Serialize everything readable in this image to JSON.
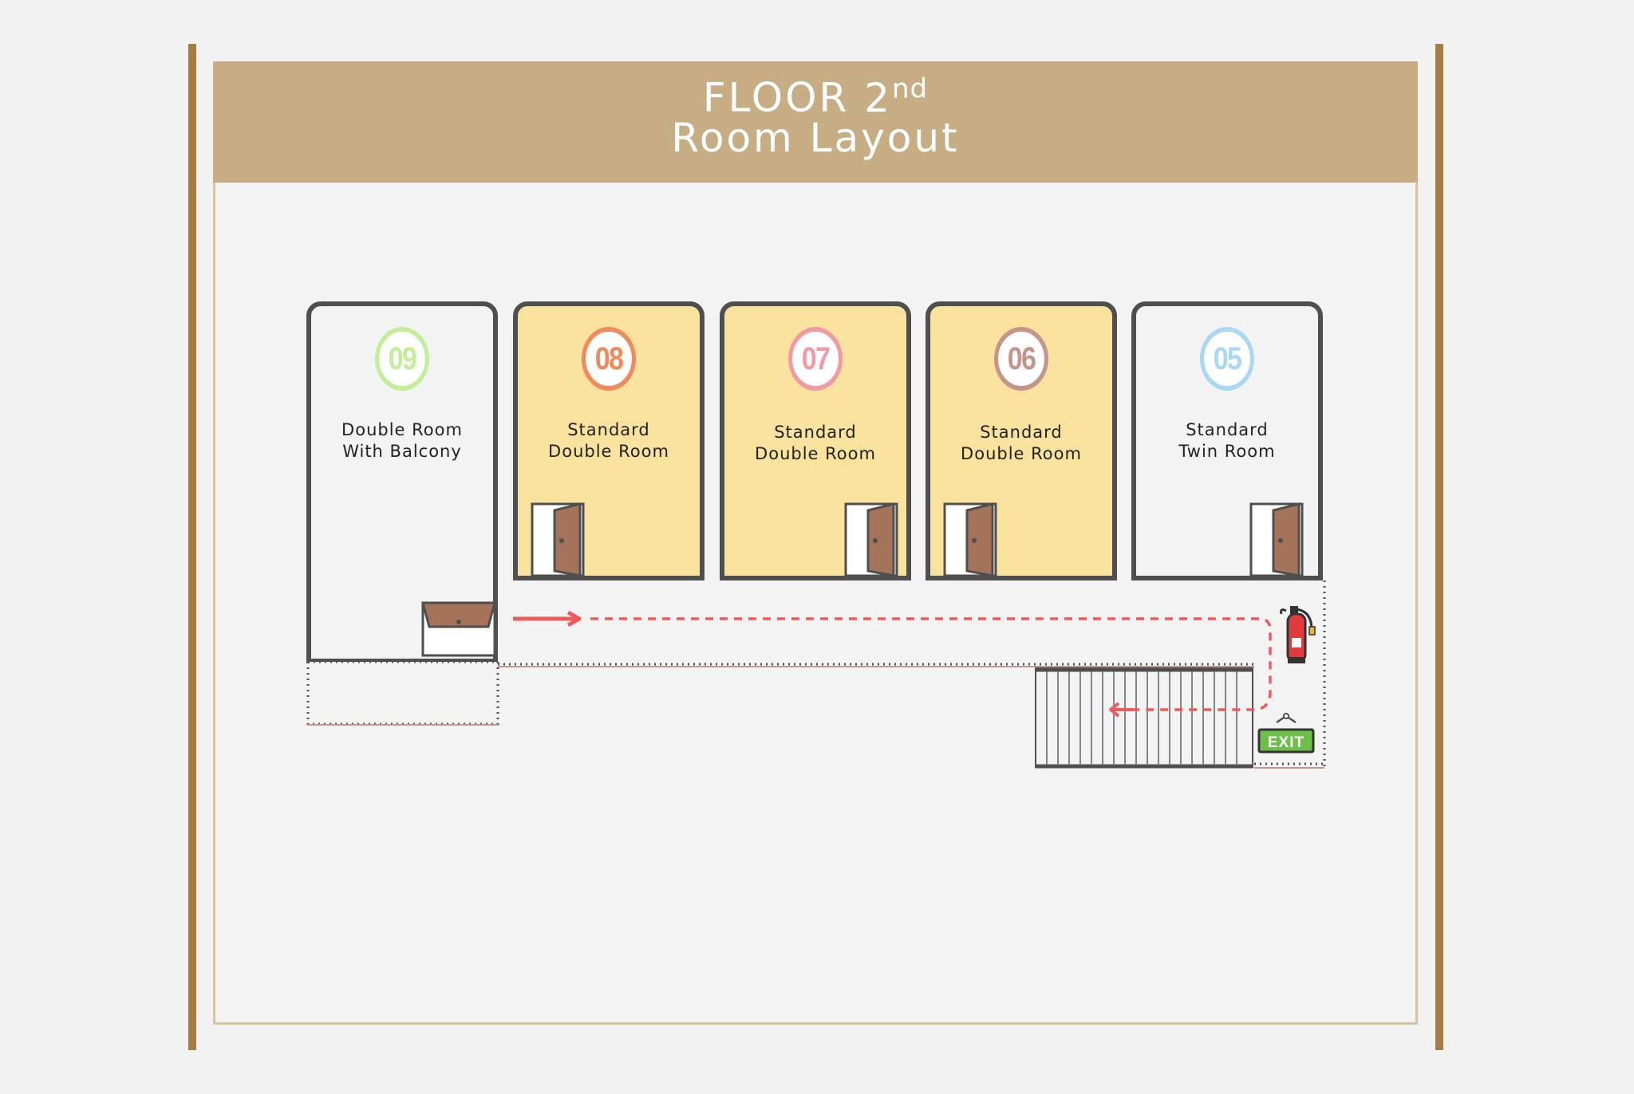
{
  "header": {
    "title_word": "FLOOR",
    "title_number": "2",
    "title_suffix": "nd",
    "subtitle": "Room Layout"
  },
  "rooms": [
    {
      "number": "09",
      "name_line1": "Double Room",
      "name_line2": "With Balcony",
      "fill": "#f3f3f3",
      "badge_color": "#c2ee9a"
    },
    {
      "number": "08",
      "name_line1": "Standard",
      "name_line2": "Double Room",
      "fill": "#f8e29e",
      "badge_color": "#f08a5b"
    },
    {
      "number": "07",
      "name_line1": "Standard",
      "name_line2": "Double Room",
      "fill": "#f8e29e",
      "badge_color": "#f29aa3"
    },
    {
      "number": "06",
      "name_line1": "Standard",
      "name_line2": "Double Room",
      "fill": "#f8e29e",
      "badge_color": "#c4958a"
    },
    {
      "number": "05",
      "name_line1": "Standard",
      "name_line2": "Twin Room",
      "fill": "#f3f3f3",
      "badge_color": "#a8d8f4"
    }
  ],
  "exit_sign": {
    "label": "EXIT",
    "color": "#6cc04a"
  },
  "icons": {
    "fire_extinguisher": "fire-extinguisher-icon",
    "door": "door-icon",
    "stairs": "stairs-icon"
  },
  "colors": {
    "header": "#c6ad84",
    "posts": "#a57c44",
    "route_arrow": "#ef5b5b",
    "wall": "#4f4f4f"
  }
}
